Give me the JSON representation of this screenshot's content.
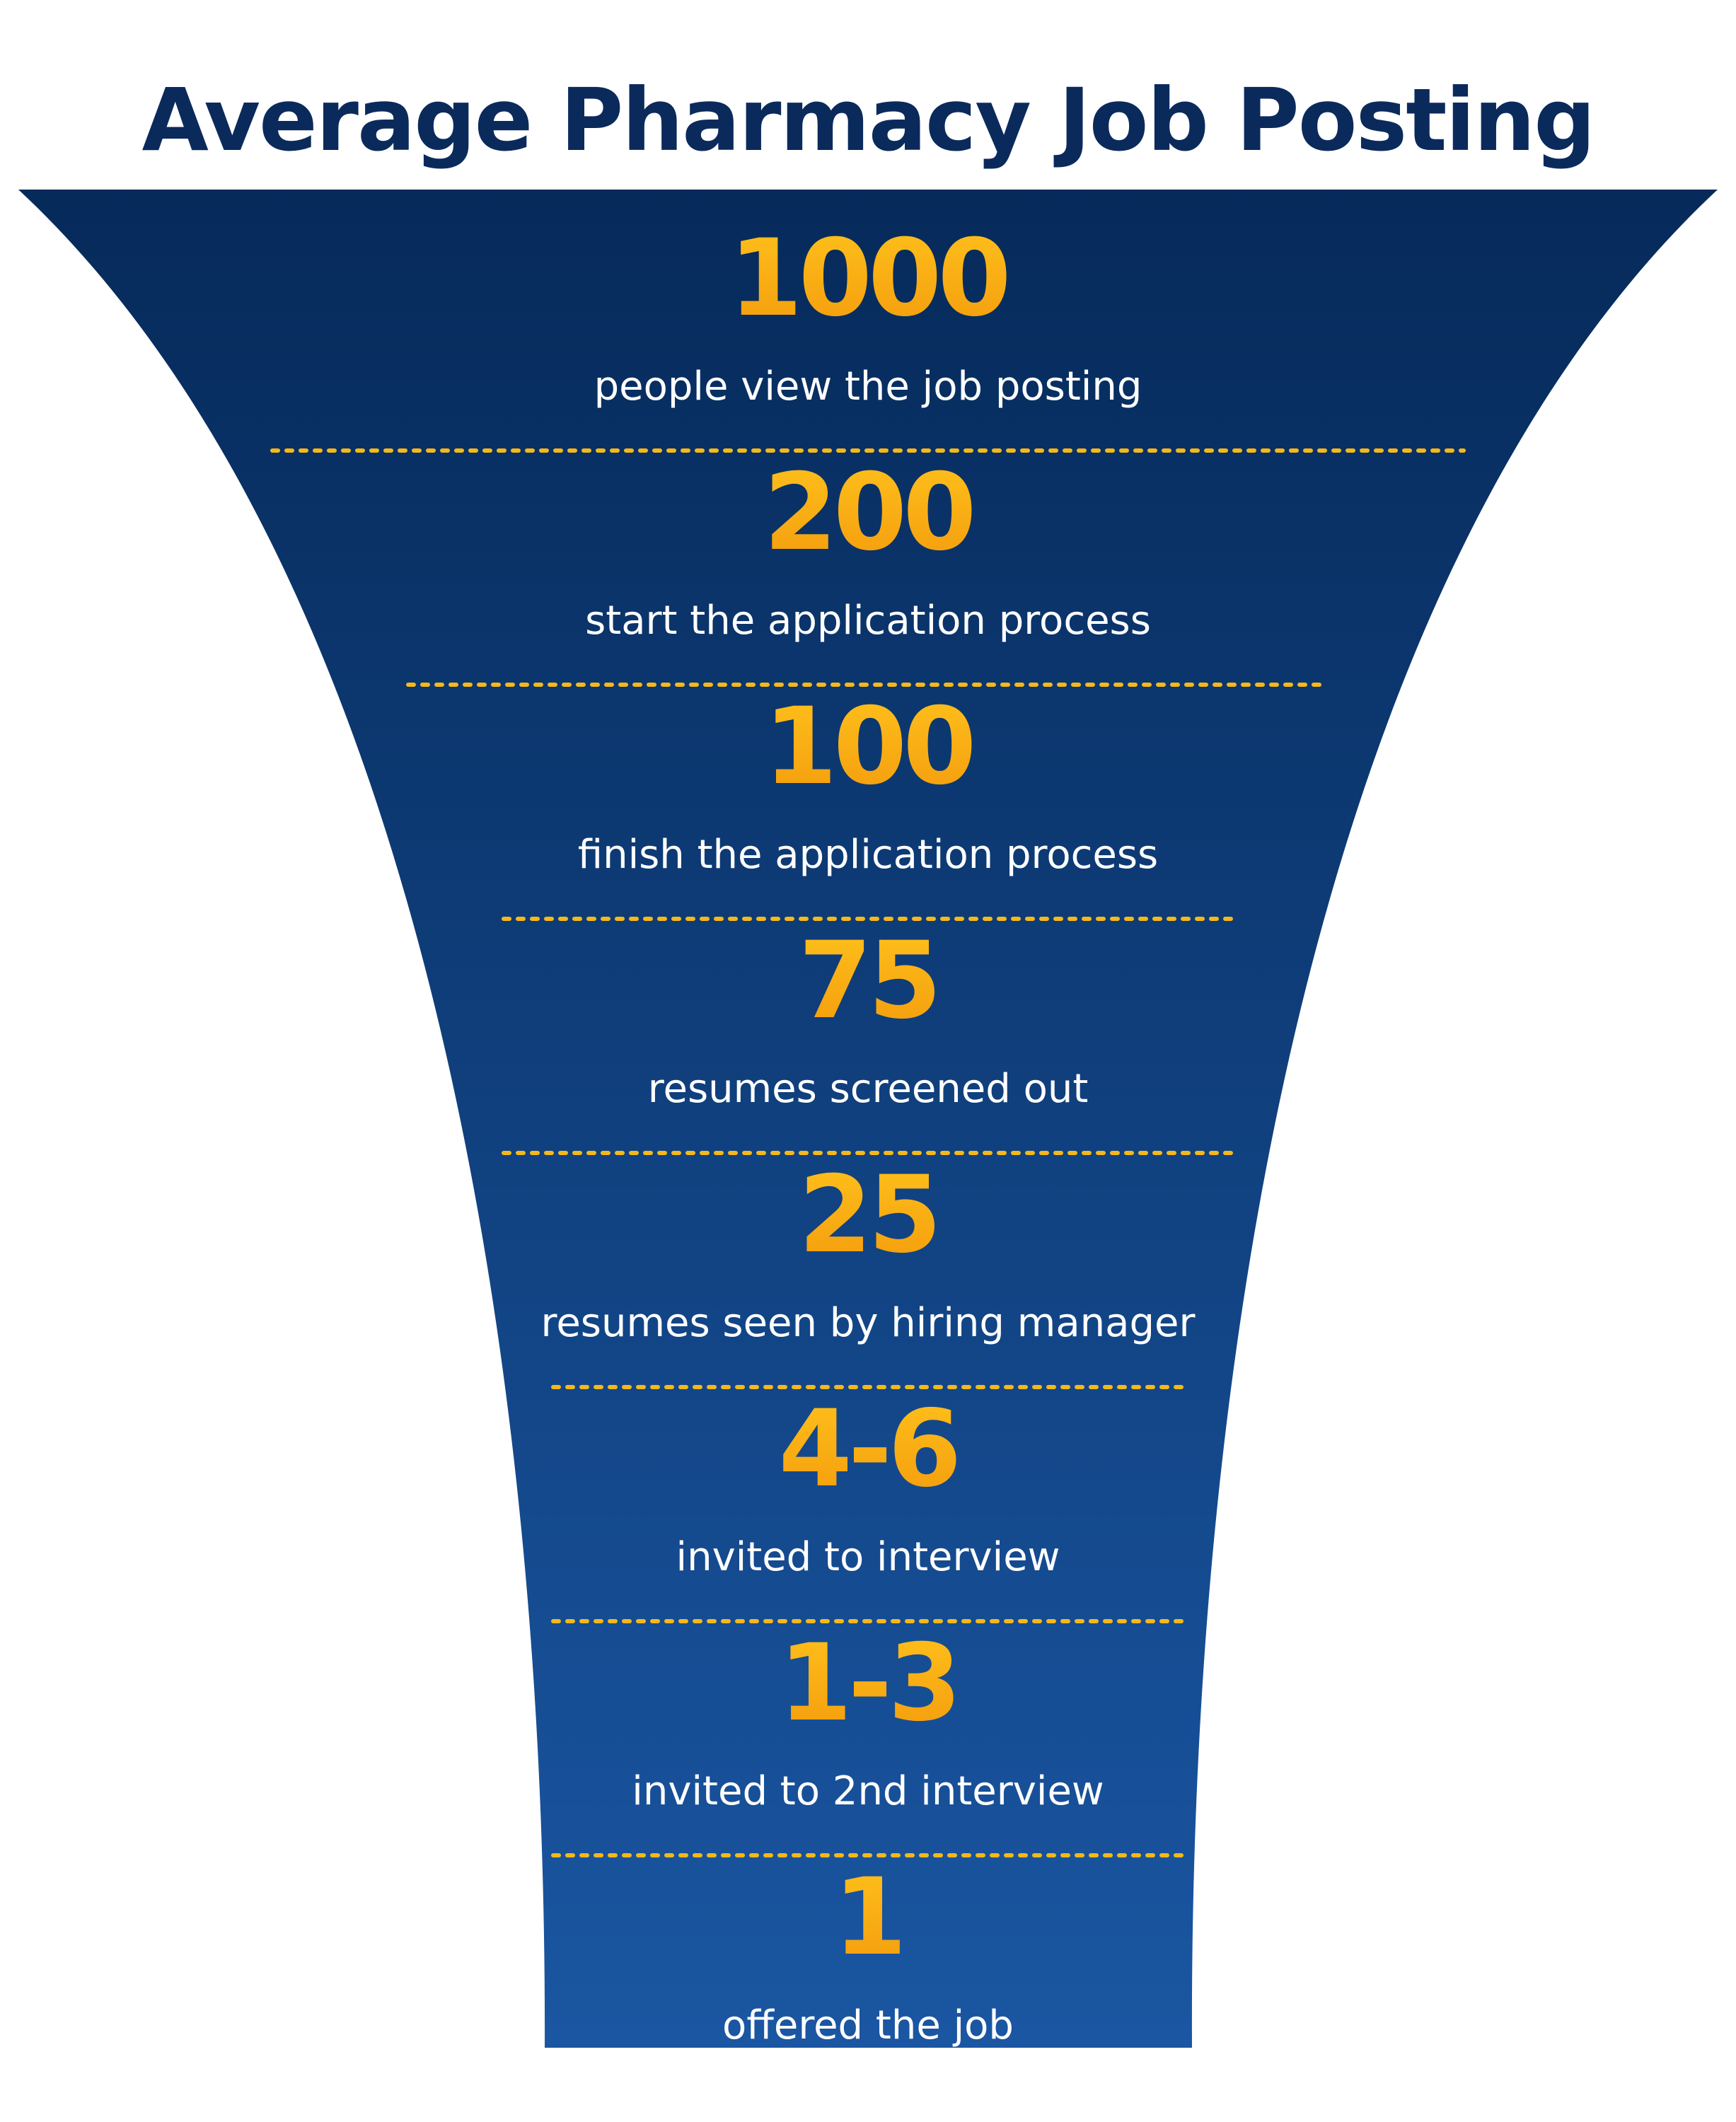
{
  "colors": {
    "title": "#0B2A5C",
    "funnel_top": "#062A5A",
    "funnel_bottom": "#1A56A2",
    "value_light": "#FFC21C",
    "value_dark": "#F39A0C",
    "label": "#FFFFFF",
    "divider": "#F5B81A"
  },
  "chart_data": {
    "type": "funnel",
    "title": "Average Pharmacy Job Posting",
    "stages": [
      {
        "value": "1000",
        "label": "people view the job posting"
      },
      {
        "value": "200",
        "label": "start the application process"
      },
      {
        "value": "100",
        "label": "finish the application process"
      },
      {
        "value": "75",
        "label": "resumes screened out"
      },
      {
        "value": "25",
        "label": "resumes seen by hiring manager"
      },
      {
        "value": "4-6",
        "label": "invited to interview"
      },
      {
        "value": "1-3",
        "label": "invited to 2nd interview"
      },
      {
        "value": "1",
        "label": "offered the job"
      }
    ]
  }
}
